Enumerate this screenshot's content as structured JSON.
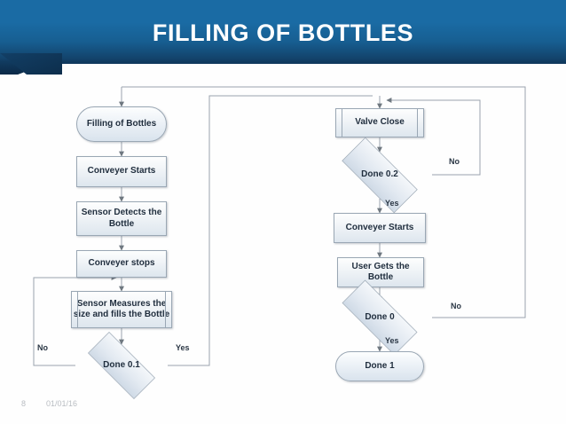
{
  "slide": {
    "title": "FILLING OF BOTTLES",
    "footer_number": "8",
    "footer_date": "01/01/16",
    "header_color": "#1a6ba4",
    "header_color_dark": "#11365a",
    "title_color": "#ffffff",
    "footer_color": "#b9bdc2"
  },
  "diagram": {
    "type": "flowchart",
    "node_fill": "#e6edf4",
    "node_border": "#9aa7b4",
    "connector_color": "#9aa3ad",
    "arrow_color": "#6f7880",
    "nodes": [
      {
        "id": "start",
        "label": "Filling of Bottles",
        "shape": "terminator"
      },
      {
        "id": "conveyer1",
        "label": "Conveyer Starts",
        "shape": "process"
      },
      {
        "id": "sensor-detect",
        "label": "Sensor Detects the Bottle",
        "shape": "process"
      },
      {
        "id": "conveyer-stop",
        "label": "Conveyer stops",
        "shape": "process"
      },
      {
        "id": "sensor-measure",
        "label": "Sensor Measures the size and fills the Bottle",
        "shape": "predefined-process"
      },
      {
        "id": "done01",
        "label": "Done 0.1",
        "shape": "decision"
      },
      {
        "id": "valve-close",
        "label": "Valve Close",
        "shape": "predefined-process"
      },
      {
        "id": "done02",
        "label": "Done 0.2",
        "shape": "decision"
      },
      {
        "id": "conveyer2",
        "label": "Conveyer Starts",
        "shape": "process"
      },
      {
        "id": "user-gets",
        "label": "User Gets the Bottle",
        "shape": "process"
      },
      {
        "id": "done0",
        "label": "Done 0",
        "shape": "decision"
      },
      {
        "id": "done1",
        "label": "Done 1",
        "shape": "terminator"
      }
    ],
    "edge_labels": {
      "done01_no": "No",
      "done01_yes": "Yes",
      "done02_no": "No",
      "done02_yes": "Yes",
      "done0_no": "No",
      "done0_yes": "Yes"
    },
    "lines": [
      "start -> conveyer1",
      "conveyer1 -> sensor-detect",
      "sensor-detect -> conveyer-stop",
      "conveyer-stop -> sensor-measure",
      "sensor-measure -> done01",
      "done01 -No-> sensor-measure (loop left)",
      "done01 -Yes-> valve-close (route right and up)",
      "valve-close -> done02",
      "done02 -No-> valve-close (loop right and up)",
      "done02 -Yes-> conveyer2",
      "conveyer2 -> user-gets",
      "user-gets -> done0",
      "done0 -No-> valve-close (outer loop right and up)",
      "done0 -Yes-> done1"
    ]
  }
}
